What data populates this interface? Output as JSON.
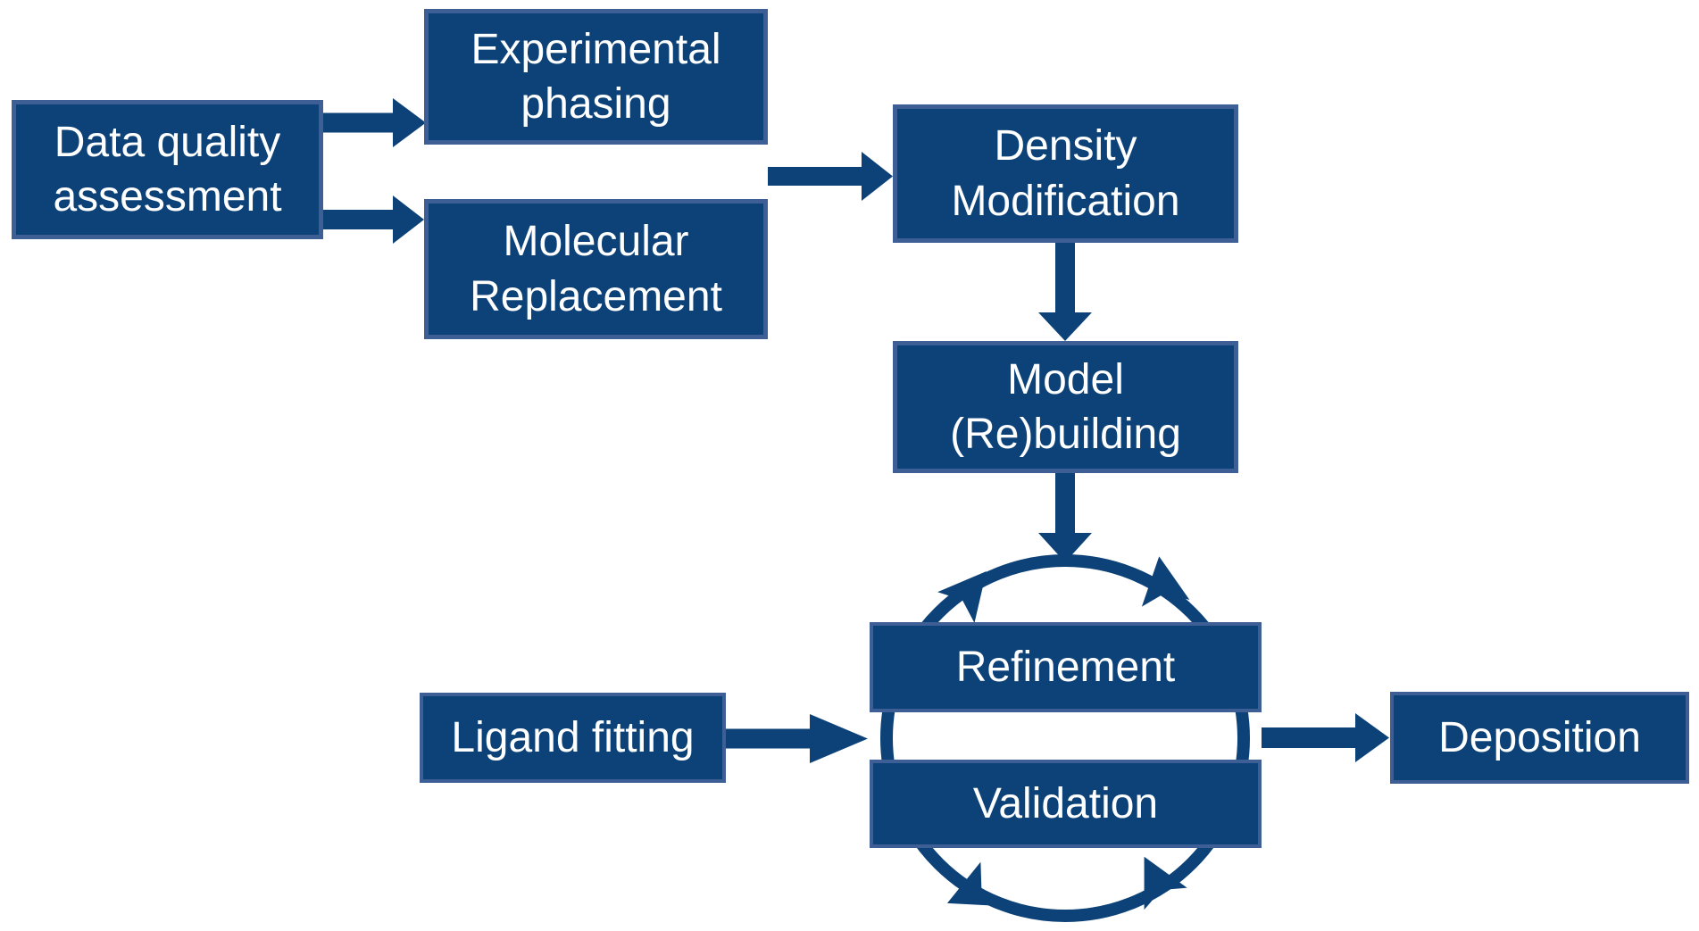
{
  "diagram": {
    "title": "",
    "background_color": "#FFFFFF",
    "colors": {
      "box_fill": "#0D4278",
      "box_border": "#3D5F96",
      "arrow": "#0D4278",
      "cycle_ring": "#0D4278",
      "text": "#FFFFFF"
    },
    "nodes": [
      {
        "id": "data-quality-assessment",
        "label": "Data quality\nassessment"
      },
      {
        "id": "experimental-phasing",
        "label": "Experimental\nphasing"
      },
      {
        "id": "molecular-replacement",
        "label": "Molecular\nReplacement"
      },
      {
        "id": "density-modification",
        "label": "Density\nModification"
      },
      {
        "id": "model-rebuilding",
        "label": "Model\n(Re)building"
      },
      {
        "id": "refinement",
        "label": "Refinement"
      },
      {
        "id": "validation",
        "label": "Validation"
      },
      {
        "id": "ligand-fitting",
        "label": "Ligand fitting"
      },
      {
        "id": "deposition",
        "label": "Deposition"
      }
    ],
    "connections": [
      {
        "from": "data-quality-assessment",
        "to": "experimental-phasing"
      },
      {
        "from": "data-quality-assessment",
        "to": "molecular-replacement"
      },
      {
        "from": "experimental-phasing / molecular-replacement",
        "to": "density-modification"
      },
      {
        "from": "density-modification",
        "to": "model-rebuilding"
      },
      {
        "from": "model-rebuilding",
        "to": "refinement-validation-cycle"
      },
      {
        "from": "ligand-fitting",
        "to": "refinement-validation-cycle"
      },
      {
        "from": "refinement-validation-cycle",
        "to": "deposition"
      }
    ],
    "cycle": {
      "members": [
        "refinement",
        "validation"
      ],
      "representation": "circle with four arrowheads indicating iterative loop"
    }
  }
}
